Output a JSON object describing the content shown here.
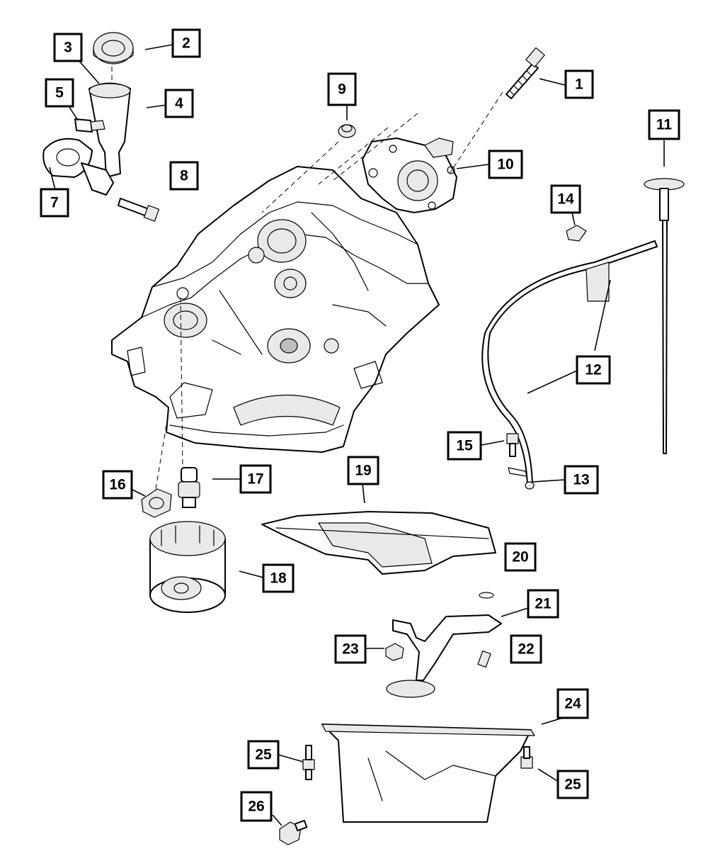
{
  "diagram": {
    "callouts": [
      {
        "id": "c1",
        "label": "1"
      },
      {
        "id": "c2",
        "label": "2"
      },
      {
        "id": "c3",
        "label": "3"
      },
      {
        "id": "c4",
        "label": "4"
      },
      {
        "id": "c5",
        "label": "5"
      },
      {
        "id": "c7",
        "label": "7"
      },
      {
        "id": "c8",
        "label": "8"
      },
      {
        "id": "c9",
        "label": "9"
      },
      {
        "id": "c10",
        "label": "10"
      },
      {
        "id": "c11",
        "label": "11"
      },
      {
        "id": "c12",
        "label": "12"
      },
      {
        "id": "c13",
        "label": "13"
      },
      {
        "id": "c14",
        "label": "14"
      },
      {
        "id": "c15",
        "label": "15"
      },
      {
        "id": "c16",
        "label": "16"
      },
      {
        "id": "c17",
        "label": "17"
      },
      {
        "id": "c18",
        "label": "18"
      },
      {
        "id": "c19",
        "label": "19"
      },
      {
        "id": "c20",
        "label": "20"
      },
      {
        "id": "c21",
        "label": "21"
      },
      {
        "id": "c22",
        "label": "22"
      },
      {
        "id": "c23",
        "label": "23"
      },
      {
        "id": "c24",
        "label": "24"
      },
      {
        "id": "c25a",
        "label": "25"
      },
      {
        "id": "c25b",
        "label": "25"
      },
      {
        "id": "c26",
        "label": "26"
      }
    ]
  }
}
